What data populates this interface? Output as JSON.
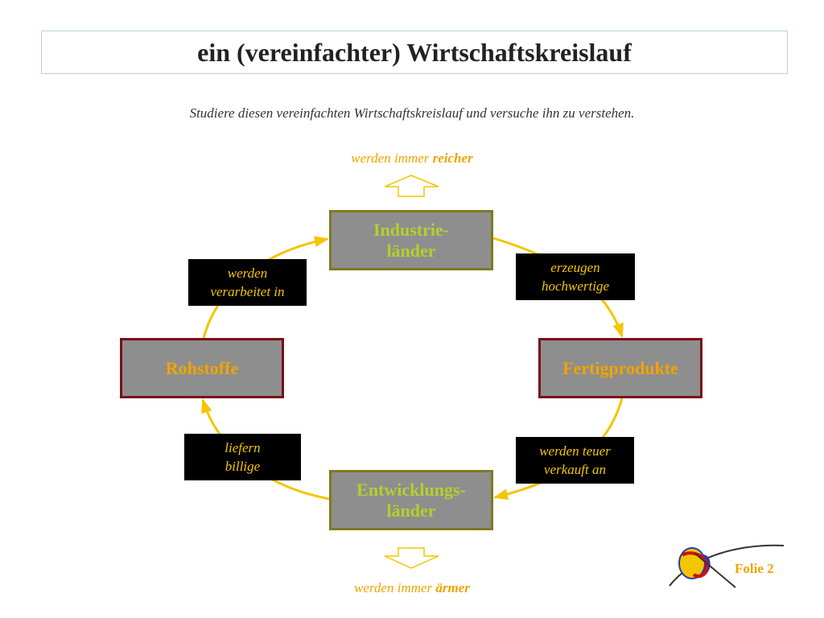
{
  "title": "ein (vereinfachter) Wirtschaftskreislauf",
  "subtitle": "Studiere diesen vereinfachten Wirtschaftskreislauf und versuche ihn zu verstehen.",
  "caption_top": {
    "prefix": "werden immer ",
    "emphasis": "reicher"
  },
  "caption_bottom": {
    "prefix": "werden immer ",
    "emphasis": "ärmer"
  },
  "nodes": {
    "industry": {
      "line1": "Industrie-",
      "line2": "länder"
    },
    "product": "Fertigprodukte",
    "develop": {
      "line1": "Entwicklungs-",
      "line2": "länder"
    },
    "raw": "Rohstoffe"
  },
  "labels": {
    "verarbeitet": {
      "line1": "werden",
      "line2": "verarbeitet in"
    },
    "erzeugen": {
      "line1": "erzeugen",
      "line2": "hochwertige"
    },
    "verkauft": {
      "line1": "werden teuer",
      "line2": "verkauft an"
    },
    "liefern": {
      "line1": "liefern",
      "line2": "billige"
    }
  },
  "slide_number": "Folie 2",
  "colors": {
    "arrow": "#f4c500",
    "caption": "#f0a400",
    "node_fill": "#8e8e8e",
    "country_text": "#b6cf2c",
    "goods_text": "#f0a400",
    "label_bg": "#000000",
    "label_text": "#f4c500"
  },
  "icons": [
    "up-outline-arrow-icon",
    "down-outline-arrow-icon",
    "logo-icon"
  ]
}
